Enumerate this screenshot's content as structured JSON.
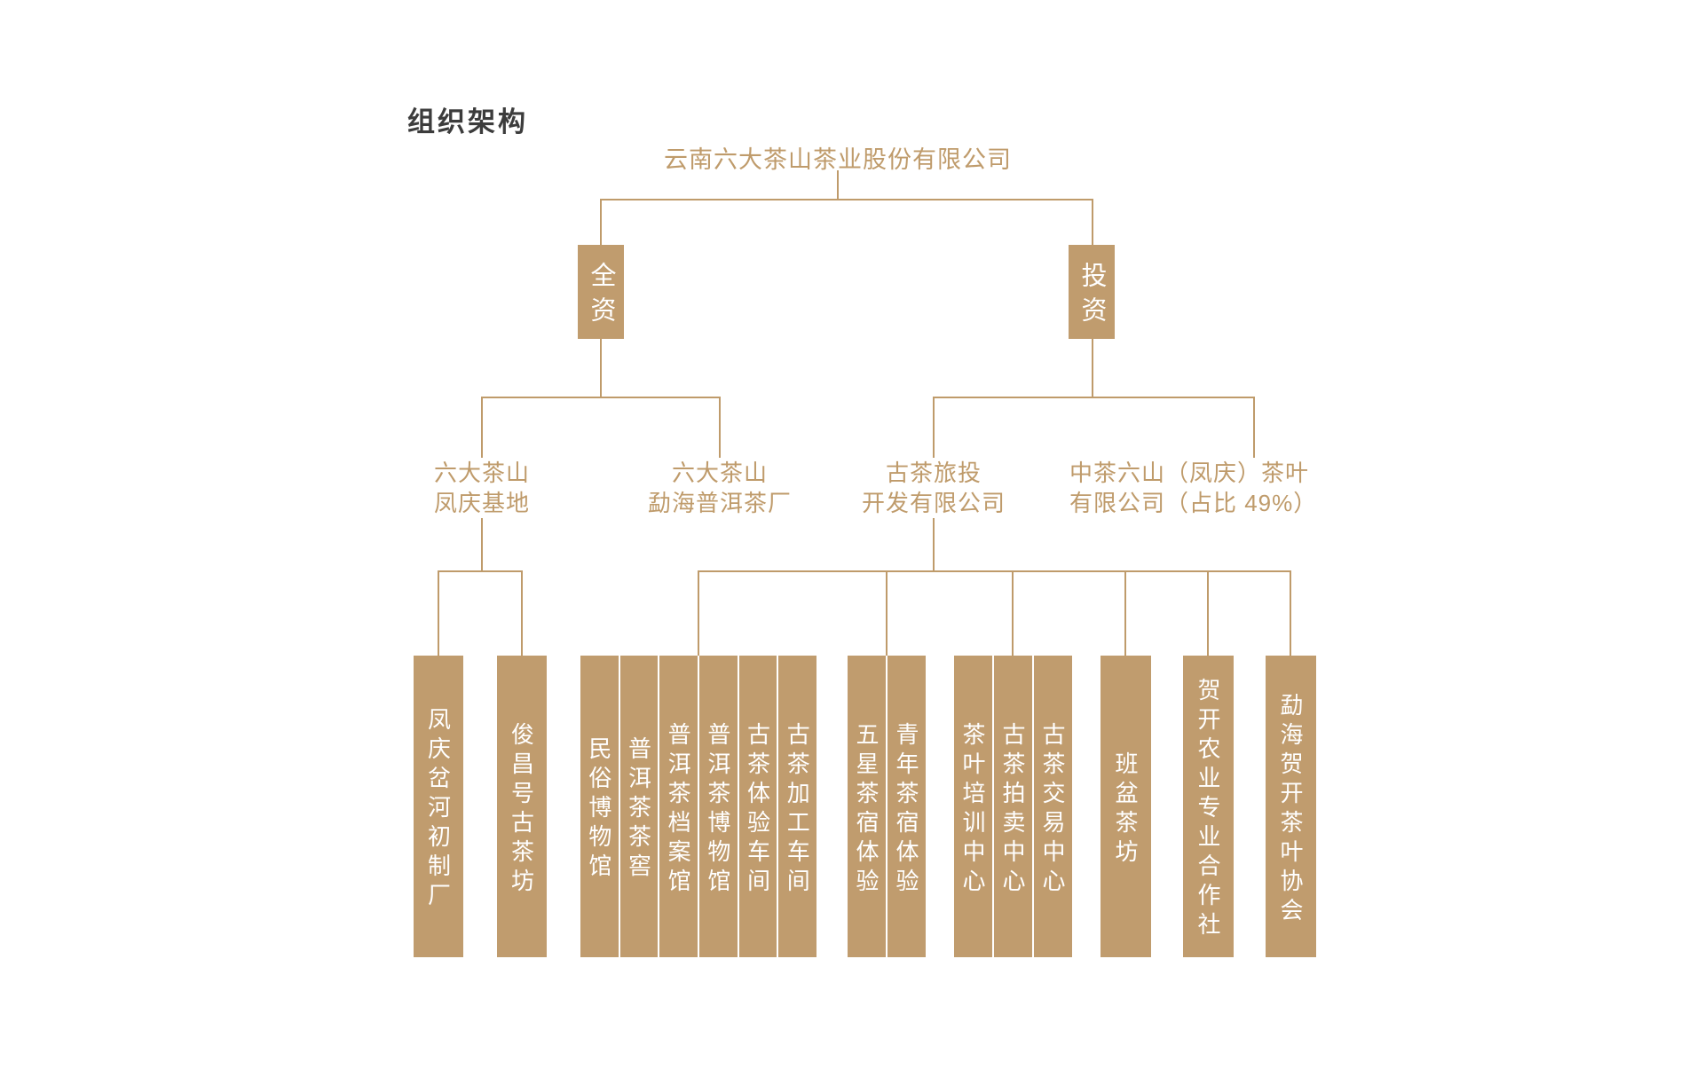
{
  "title": "组织架构",
  "root": {
    "label": "云南六大茶山茶业股份有限公司"
  },
  "ownership": {
    "wholly_owned": "全资",
    "investment": "投资"
  },
  "level2": {
    "fengqing_base": {
      "line1": "六大茶山",
      "line2": "凤庆基地"
    },
    "menghai_factory": {
      "line1": "六大茶山",
      "line2": "勐海普洱茶厂"
    },
    "gucha_tourism": {
      "line1": "古茶旅投",
      "line2": "开发有限公司"
    },
    "zhongcha_liushan": {
      "line1": "中茶六山（凤庆）茶叶",
      "line2": "有限公司（占比 49%）"
    }
  },
  "level3": {
    "fengqing_units": [
      "凤庆岔河初制厂",
      "俊昌号古茶坊"
    ],
    "gucha_unit_groups": [
      [
        "民俗博物馆",
        "普洱茶茶窖",
        "普洱茶档案馆",
        "普洱茶博物馆",
        "古茶体验车间",
        "古茶加工车间"
      ],
      [
        "五星茶宿体验",
        "青年茶宿体验"
      ],
      [
        "茶叶培训中心",
        "古茶拍卖中心",
        "古茶交易中心"
      ],
      [
        "班盆茶坊"
      ],
      [
        "贺开农业专业合作社"
      ],
      [
        "勐海贺开茶叶协会"
      ]
    ]
  },
  "colors": {
    "accent": "#bf9b6b",
    "box_fill": "#c09c6e",
    "box_text": "#ffffff",
    "title_text": "#3c3c3c",
    "background": "#ffffff"
  }
}
